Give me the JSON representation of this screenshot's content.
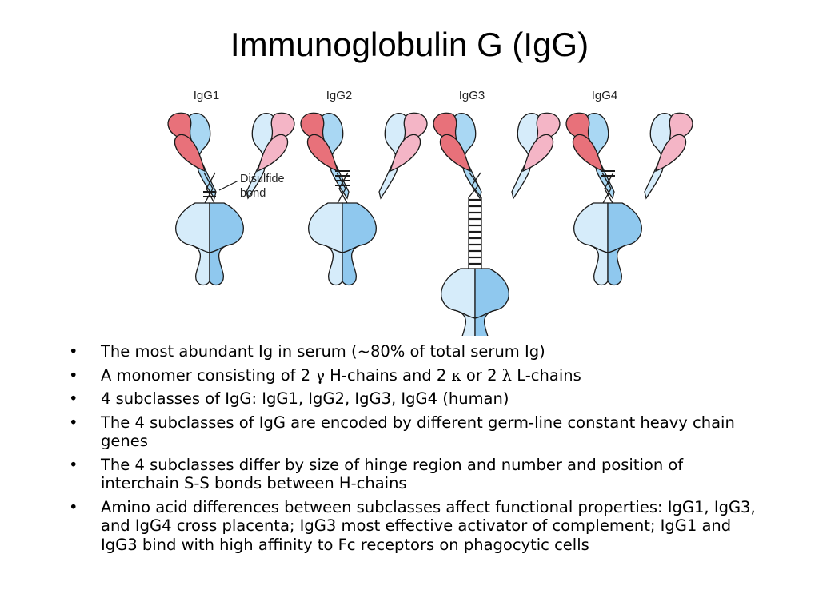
{
  "title": "Immunoglobulin G (IgG)",
  "diagram": {
    "subclass_labels": [
      "IgG1",
      "IgG2",
      "IgG3",
      "IgG4"
    ],
    "callout_line1": "Disulfide",
    "callout_line2": "bond",
    "colors": {
      "heavy_chain": "#a9d7f3",
      "heavy_chain_dark": "#8fc8ee",
      "heavy_chain_light": "#d6ecfa",
      "light_chain_red": "#e8717a",
      "light_chain_pink": "#f4b5c6",
      "outline": "#1a1a1a"
    }
  },
  "bullets": [
    {
      "text": "The most abundant Ig in serum (~80% of total serum Ig)"
    },
    {
      "pre": "A monomer consisting of 2 ",
      "sym1": "γ",
      "mid1": " H-chains and 2 ",
      "sym2": "κ",
      "mid2": " or 2 ",
      "sym3": "λ",
      "post": " L-chains"
    },
    {
      "text": "4 subclasses of IgG:  IgG1, IgG2, IgG3, IgG4 (human)"
    },
    {
      "text": "The 4 subclasses of IgG are encoded by different germ-line constant heavy chain genes"
    },
    {
      "text": "The 4 subclasses differ by size of hinge region and number and position of interchain S-S bonds between H-chains"
    },
    {
      "text": "Amino acid differences between subclasses affect functional properties:  IgG1, IgG3, and IgG4 cross placenta; IgG3 most effective activator of complement; IgG1 and IgG3 bind with  high affinity to Fc receptors on phagocytic cells"
    }
  ],
  "bullet_symbol": "•"
}
